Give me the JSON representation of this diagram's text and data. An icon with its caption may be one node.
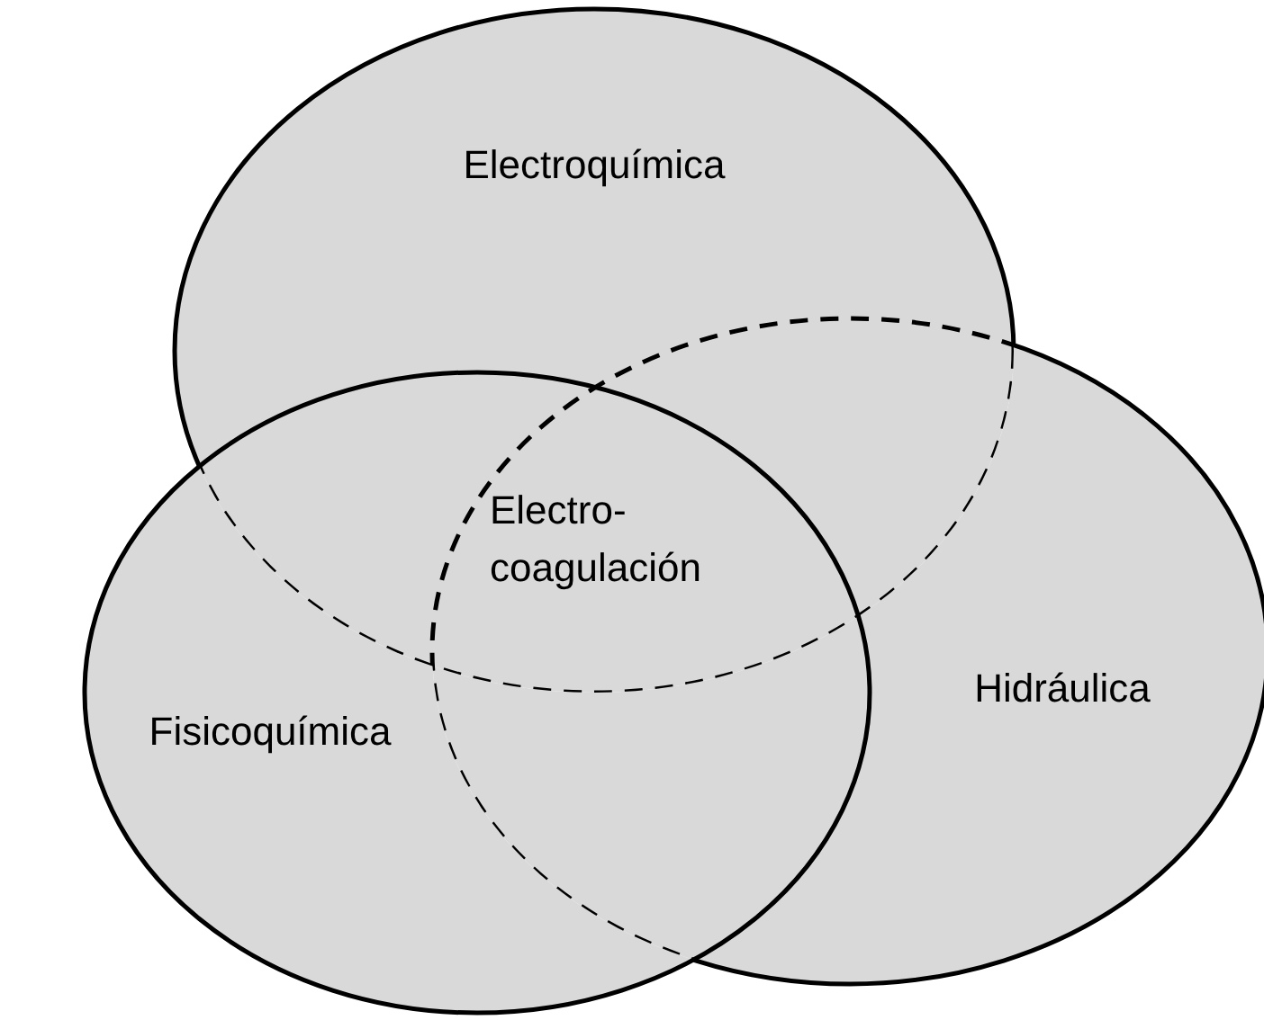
{
  "diagram": {
    "nodes": [
      {
        "text": [
          "Electroquímica"
        ]
      },
      {
        "text": [
          "Hidráulica"
        ]
      },
      {
        "text": [
          "Fisicoquímica"
        ]
      }
    ],
    "labels": [
      "Electro- coagulación"
    ]
  }
}
